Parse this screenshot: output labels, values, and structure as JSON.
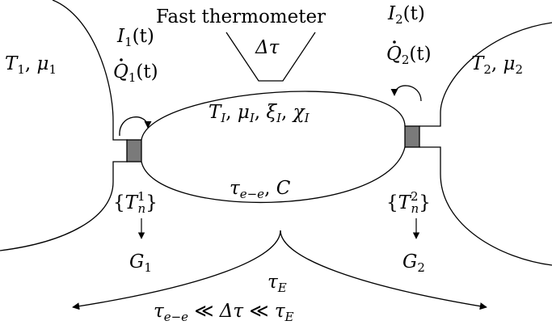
{
  "diagram": {
    "thermometer_label": "Fast thermometer",
    "delta_tau": "Δτ",
    "left_reservoir": {
      "T": "T",
      "T_sub": "1",
      "mu": "μ",
      "mu_sub": "1"
    },
    "right_reservoir": {
      "T": "T",
      "T_sub": "2",
      "mu": "μ",
      "mu_sub": "2"
    },
    "I1": {
      "sym": "I",
      "sub": "1",
      "arg": "(t)"
    },
    "Q1": {
      "sym": "Q",
      "sub": "1",
      "arg": "(t)"
    },
    "I2": {
      "sym": "I",
      "sub": "2",
      "arg": "(t)"
    },
    "Q2": {
      "sym": "Q",
      "sub": "2",
      "arg": "(t)"
    },
    "island_params": {
      "T": "T",
      "mu": "μ",
      "xi": "ξ",
      "chi": "χ",
      "sub": "I"
    },
    "island_lower": {
      "tau": "τ",
      "tau_sub": "e−e",
      "C": "C"
    },
    "Tn1": {
      "open": "{",
      "T": "T",
      "sup": "1",
      "sub": "n",
      "close": "}"
    },
    "Tn2": {
      "open": "{",
      "T": "T",
      "sup": "2",
      "sub": "n",
      "close": "}"
    },
    "G1": {
      "sym": "G",
      "sub": "1"
    },
    "G2": {
      "sym": "G",
      "sub": "2"
    },
    "tauE": {
      "sym": "τ",
      "sub": "E"
    },
    "inequality": {
      "t1": "τ",
      "t1_sub": "e−e",
      "ll1": "≪",
      "dt": "Δτ",
      "ll2": "≪",
      "t2": "τ",
      "t2_sub": "E"
    }
  }
}
